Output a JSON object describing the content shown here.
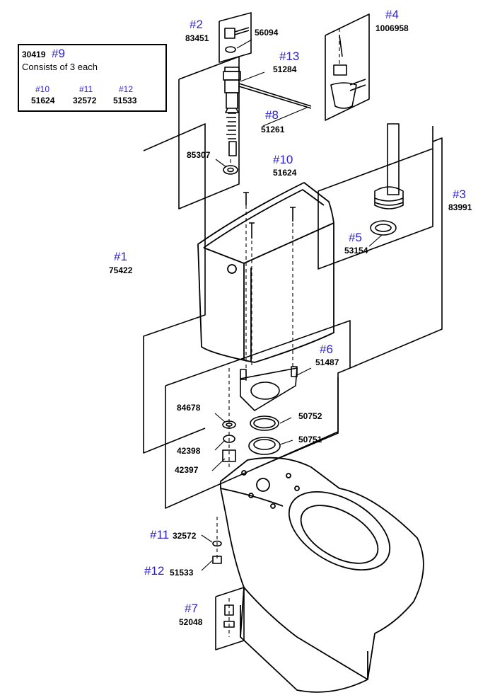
{
  "kit": {
    "part": "30419",
    "ref": "#9",
    "desc": "Consists of 3 each",
    "items": [
      {
        "ref": "#10",
        "part": "51624"
      },
      {
        "ref": "#11",
        "part": "32572"
      },
      {
        "ref": "#12",
        "part": "51533"
      }
    ]
  },
  "callouts": {
    "c1": {
      "ref": "#1",
      "part": "75422"
    },
    "c2": {
      "ref": "#2",
      "part": "83451"
    },
    "c3": {
      "ref": "#3",
      "part": "83991"
    },
    "c4": {
      "ref": "#4",
      "part": "1006958"
    },
    "c5": {
      "ref": "#5",
      "part": "53154"
    },
    "c6": {
      "ref": "#6",
      "part": "51487"
    },
    "c7": {
      "ref": "#7",
      "part": "52048"
    },
    "c8": {
      "ref": "#8",
      "part": "51261"
    },
    "c10": {
      "ref": "#10",
      "part": "51624"
    },
    "c11": {
      "ref": "#11",
      "part": "32572"
    },
    "c12": {
      "ref": "#12",
      "part": "51533"
    },
    "c13": {
      "ref": "#13",
      "part": "51284"
    }
  },
  "parts": {
    "p56094": "56094",
    "p85307": "85307",
    "p84678": "84678",
    "p42398": "42398",
    "p42397": "42397",
    "p50752": "50752",
    "p50751": "50751"
  },
  "colors": {
    "ref_color": "#2a1fd0",
    "line": "#000000"
  }
}
